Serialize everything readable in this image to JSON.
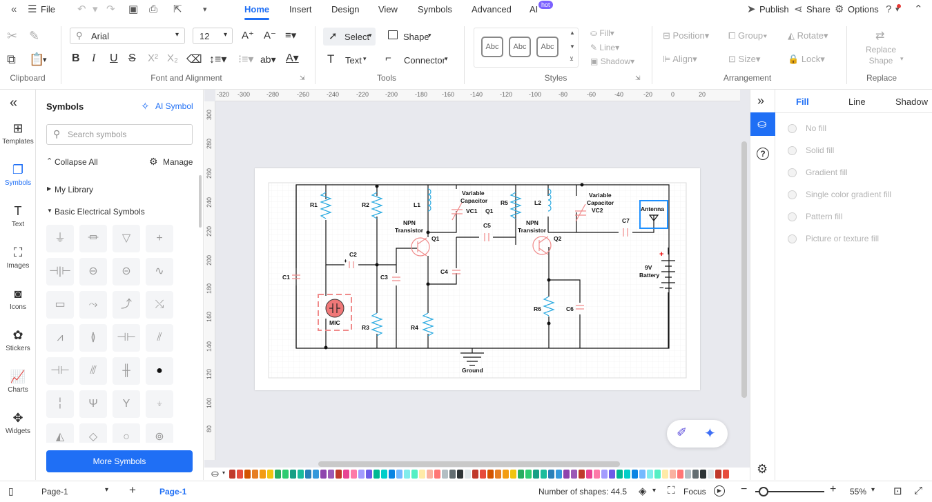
{
  "titlebar": {
    "file": "File",
    "tabs": [
      {
        "label": "Home",
        "active": true
      },
      {
        "label": "Insert"
      },
      {
        "label": "Design"
      },
      {
        "label": "View"
      },
      {
        "label": "Symbols"
      },
      {
        "label": "Advanced"
      },
      {
        "label": "AI"
      }
    ],
    "hot_badge": "hot",
    "publish": "Publish",
    "share": "Share",
    "options": "Options"
  },
  "ribbon": {
    "clipboard_label": "Clipboard",
    "font_family": "Arial",
    "font_size": "12",
    "font_label": "Font and Alignment",
    "select": "Select",
    "shape": "Shape",
    "text": "Text",
    "connector": "Connector",
    "tools_label": "Tools",
    "style_sample": "Abc",
    "fill": "Fill",
    "line": "Line",
    "shadow": "Shadow",
    "styles_label": "Styles",
    "position": "Position",
    "group": "Group",
    "rotate": "Rotate",
    "align": "Align",
    "size": "Size",
    "lock": "Lock",
    "arrangement_label": "Arrangement",
    "replace_shape": "Replace Shape",
    "replace_label": "Replace"
  },
  "leftrail": [
    {
      "label": "Templates",
      "icon": "templates-icon"
    },
    {
      "label": "Symbols",
      "icon": "symbols-icon",
      "active": true
    },
    {
      "label": "Text",
      "icon": "text-icon"
    },
    {
      "label": "Images",
      "icon": "images-icon"
    },
    {
      "label": "Icons",
      "icon": "icons-icon"
    },
    {
      "label": "Stickers",
      "icon": "stickers-icon"
    },
    {
      "label": "Charts",
      "icon": "charts-icon"
    },
    {
      "label": "Widgets",
      "icon": "widgets-icon"
    }
  ],
  "symbols": {
    "title": "Symbols",
    "ai_symbol": "AI Symbol",
    "search_placeholder": "Search symbols",
    "collapse_all": "Collapse All",
    "manage": "Manage",
    "my_library": "My Library",
    "basic_electrical": "Basic Electrical Symbols",
    "more": "More Symbols"
  },
  "ruler": {
    "h": [
      "-320",
      "-300",
      "-280",
      "-260",
      "-240",
      "-220",
      "-200",
      "-180",
      "-160",
      "-140",
      "-120",
      "-100",
      "-80",
      "-60",
      "-40",
      "-20",
      "0",
      "20"
    ],
    "v": [
      "300",
      "280",
      "260",
      "240",
      "220",
      "200",
      "180",
      "160",
      "140",
      "120",
      "100",
      "80"
    ]
  },
  "diagram": {
    "r1": "R1",
    "r2": "R2",
    "r3": "R3",
    "r4": "R4",
    "r5": "R5",
    "r6": "R6",
    "l1": "L1",
    "l2": "L2",
    "c1": "C1",
    "c2": "C2",
    "c3": "C3",
    "c4": "C4",
    "c5": "C5",
    "c6": "C6",
    "c7": "C7",
    "q1": "Q1",
    "q2": "Q2",
    "q1b": "Q1",
    "npn1": "NPN",
    "npn1b": "Transistor",
    "npn2": "NPN",
    "npn2b": "Transistor",
    "vc_a": "Variable",
    "vc_b": "Capacitor",
    "vc1": "VC1",
    "vc2a": "Variable",
    "vc2b": "Capacitor",
    "vc2": "VC2",
    "antenna": "Antenna",
    "battery_a": "9V",
    "battery_b": "Battery",
    "mic": "MIC",
    "ground": "Ground",
    "plus": "+",
    "bplus": "+",
    "bminus": "−"
  },
  "fillpanel": {
    "tabs": [
      "Fill",
      "Line",
      "Shadow"
    ],
    "options": [
      "No fill",
      "Solid fill",
      "Gradient fill",
      "Single color gradient fill",
      "Pattern fill",
      "Picture or texture fill"
    ]
  },
  "status": {
    "page_select": "Page-1",
    "page_tab": "Page-1",
    "shapes": "Number of shapes: 44.5",
    "focus": "Focus",
    "zoom": "55%"
  },
  "palette": [
    "#c0392b",
    "#e74c3c",
    "#d35400",
    "#e67e22",
    "#f39c12",
    "#f1c40f",
    "#27ae60",
    "#2ecc71",
    "#16a085",
    "#1abc9c",
    "#2980b9",
    "#3498db",
    "#8e44ad",
    "#9b59b6",
    "#c0392b",
    "#e84393",
    "#fd79a8",
    "#a29bfe",
    "#6c5ce7",
    "#00b894",
    "#00cec9",
    "#0984e3",
    "#74b9ff",
    "#81ecec",
    "#55efc4",
    "#ffeaa7",
    "#fab1a0",
    "#ff7675",
    "#b2bec3",
    "#636e72",
    "#2d3436",
    "#dfe6e9"
  ]
}
